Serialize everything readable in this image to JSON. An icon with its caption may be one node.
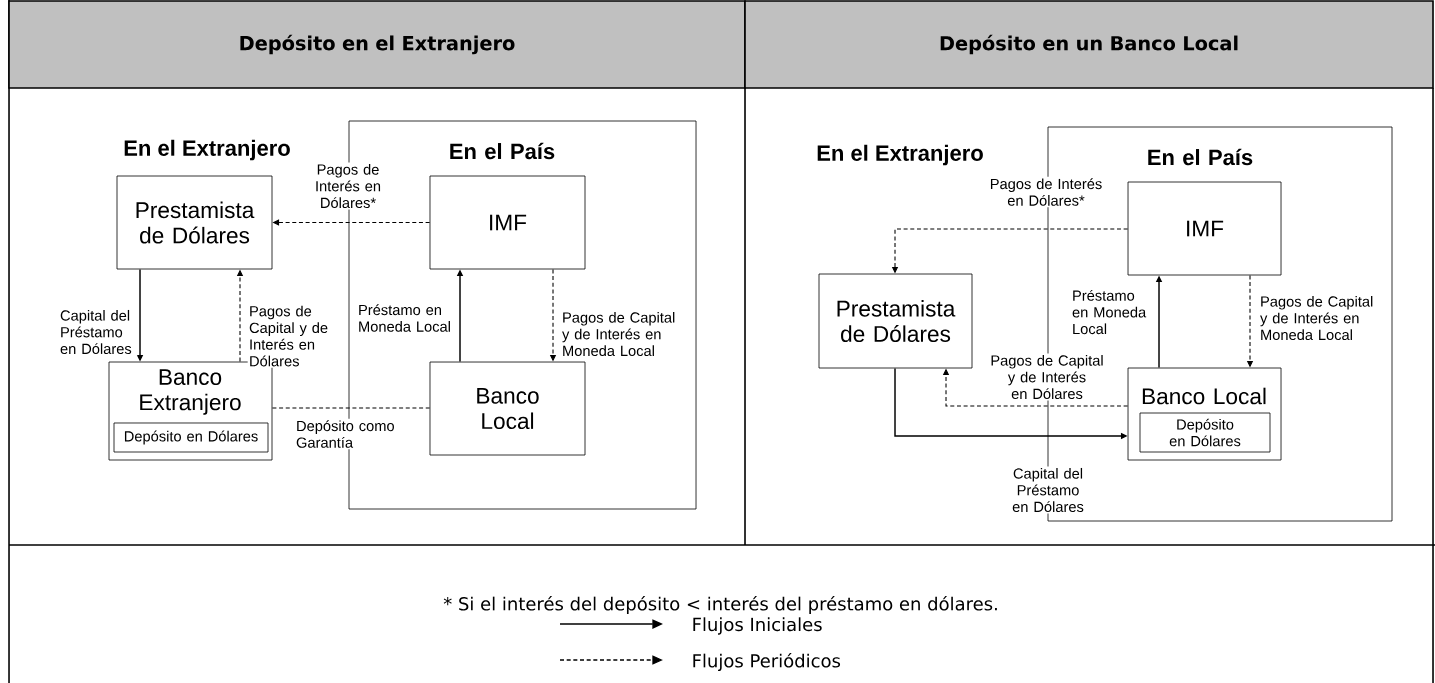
{
  "diagram": {
    "nodes": [
      {
        "text": [
          "Depósito en el Extranjero"
        ]
      },
      {
        "text": [
          "Depósito en un Banco Local"
        ]
      },
      {
        "text": [
          "En el País"
        ]
      },
      {
        "text": [
          "Prestamista de Dólares"
        ]
      },
      {
        "text": [
          "IMF"
        ],
        "in": 2
      },
      {
        "text": [
          "Banco Extranjero"
        ]
      },
      {
        "text": [
          "Depósito en Dólares"
        ],
        "in": 5
      },
      {
        "text": [
          "Banco Local"
        ],
        "in": 2
      },
      {
        "text": [
          "En el País"
        ]
      },
      {
        "text": [
          "IMF"
        ],
        "in": 8
      },
      {
        "text": [
          "Prestamista de Dólares"
        ]
      },
      {
        "text": [
          "Banco Local"
        ],
        "in": 8
      },
      {
        "text": [
          "Depósito en Dólares"
        ],
        "in": 11
      }
    ],
    "edges": [
      {
        "from": 4,
        "to": 3,
        "arrow": "to",
        "style": "dashed",
        "label": "Pagos de Interés en Dólares*"
      },
      {
        "from": 3,
        "to": 5,
        "arrow": "to",
        "label": "Capital del Préstamo en Dólares"
      },
      {
        "from": 5,
        "to": 3,
        "arrow": "to",
        "style": "dashed",
        "label": "Pagos de Capital y de Interés en Dólares"
      },
      {
        "from": 7,
        "to": 4,
        "arrow": "to",
        "label": "Préstamo en Moneda Local"
      },
      {
        "from": 4,
        "to": 7,
        "arrow": "to",
        "style": "dashed",
        "label": "Pagos de Capital y de Interés en Moneda Local"
      },
      {
        "from": 5,
        "to": 7,
        "arrow": "none",
        "style": "dashed",
        "label": "Depósito como Garantía"
      },
      {
        "from": 9,
        "to": 10,
        "arrow": "to",
        "style": "dashed",
        "label": "Pagos de Interés en Dólares*"
      },
      {
        "from": 10,
        "to": 11,
        "arrow": "to",
        "label": "Capital del Préstamo en Dólares"
      },
      {
        "from": 11,
        "to": 10,
        "arrow": "to",
        "style": "dashed",
        "label": "Pagos de Capital y de Interés en Dólares"
      },
      {
        "from": 11,
        "to": 9,
        "arrow": "to",
        "label": "Préstamo en Moneda Local"
      },
      {
        "from": 9,
        "to": 11,
        "arrow": "to",
        "style": "dashed",
        "label": "Pagos de Capital y de Interés en Moneda Local"
      }
    ],
    "labels": [
      "En el Extranjero",
      "En el Extranjero",
      "* Si el interés del depósito < interés del préstamo en dólares."
    ],
    "legend": [
      {
        "text": "Flujos Iniciales"
      },
      {
        "text": "Flujos Periódicos"
      }
    ]
  }
}
